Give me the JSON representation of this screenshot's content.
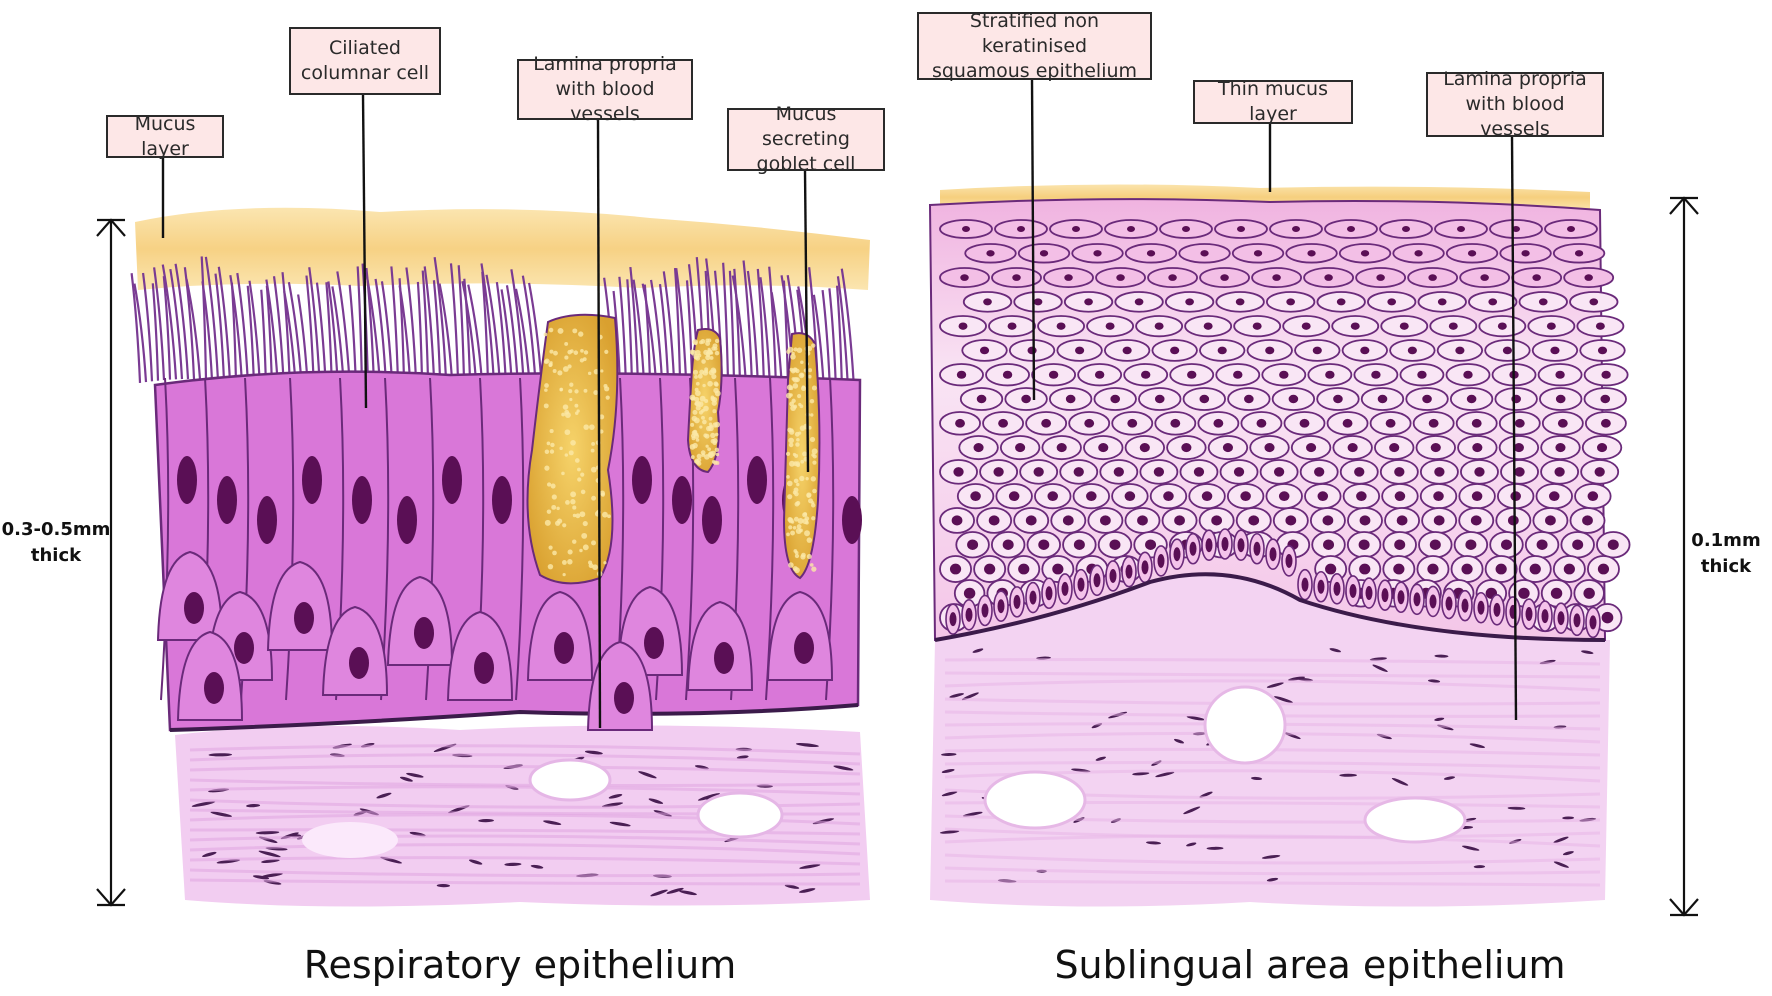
{
  "left_panel": {
    "caption": "Respiratory epithelium",
    "thickness": "0.3-0.5mm\nthick",
    "labels": {
      "mucus_layer": "Mucus layer",
      "ciliated_columnar_cell": "Ciliated\ncolumnar cell",
      "lamina_propria": "Lamina propria\nwith blood vessels",
      "goblet_cell": "Mucus secreting\ngoblet cell"
    }
  },
  "right_panel": {
    "caption": "Sublingual area epithelium",
    "thickness": "0.1mm\nthick",
    "labels": {
      "stratified_epithelium": "Stratified non keratinised\nsquamous epithelium",
      "thin_mucus_layer": "Thin mucus layer",
      "lamina_propria": "Lamina propria\nwith blood vessels"
    }
  },
  "colors": {
    "mucus": "#f6cf7e",
    "columnar_cell": "#d86fd8",
    "cell_outline": "#6a2a7a",
    "nucleus": "#5a0f55",
    "squamous_cell": "#f7d6ee",
    "connective_tissue": "#efc4ef",
    "label_fill": "#fde7e7"
  }
}
